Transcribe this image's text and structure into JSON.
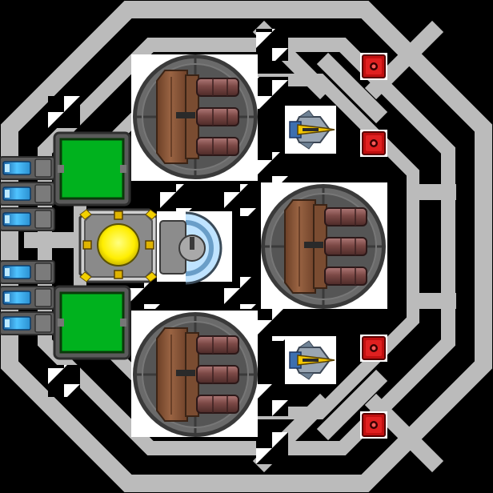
{
  "scene": {
    "title": "",
    "palette": {
      "background": "#000000",
      "hull": "#b9b9b9",
      "hull_light": "#c8c8c8",
      "tile": "#ffffff",
      "armor_copper": "#8a5a3a",
      "barrel": "#7a4a48",
      "reactor_core": "#ffee00",
      "panel_green": "#00b21e",
      "thruster_glow": "#2a9bd6",
      "missile_red": "#d01010",
      "fighter_gold": "#f0c000"
    }
  },
  "modules": {
    "turrets": [
      {
        "id": "turret-top",
        "type": "triple-cannon",
        "barrels": 3
      },
      {
        "id": "turret-middle",
        "type": "triple-cannon",
        "barrels": 3
      },
      {
        "id": "turret-bottom",
        "type": "triple-cannon",
        "barrels": 3
      }
    ],
    "reactor": {
      "type": "reactor-core"
    },
    "shield": {
      "type": "shield-generator"
    },
    "cargo_panels": [
      {
        "id": "panel-upper",
        "color": "green"
      },
      {
        "id": "panel-lower",
        "color": "green"
      }
    ],
    "thrusters": {
      "upper_count": 3,
      "lower_count": 3
    },
    "fighter_bays": [
      {
        "id": "fighter-upper",
        "icon": "fighter-icon"
      },
      {
        "id": "fighter-lower",
        "icon": "fighter-icon"
      }
    ],
    "missile_pods": [
      {
        "id": "missile-1",
        "icon": "missile-icon"
      },
      {
        "id": "missile-2",
        "icon": "missile-icon"
      },
      {
        "id": "missile-3",
        "icon": "missile-icon"
      },
      {
        "id": "missile-4",
        "icon": "missile-icon"
      }
    ]
  }
}
